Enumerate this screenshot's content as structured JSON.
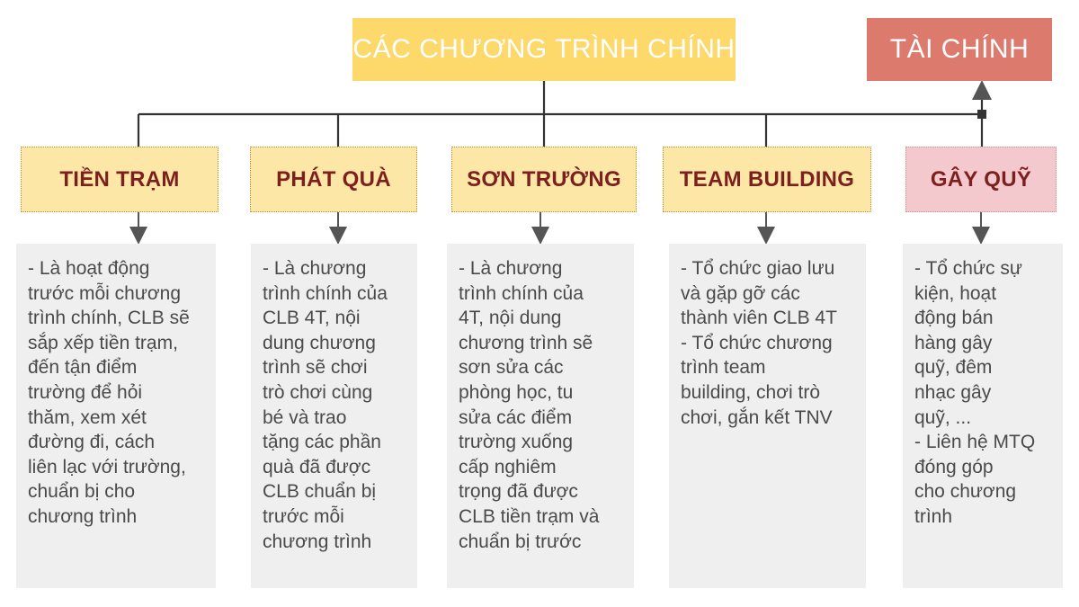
{
  "main_title": "CÁC CHƯƠNG TRÌNH CHÍNH",
  "finance_title": "TÀI CHÍNH",
  "programs": [
    {
      "title": "TIỀN TRẠM",
      "description": "- Là hoạt động\ntrước mỗi chương\ntrình chính, CLB sẽ\nsắp xếp tiền trạm,\nđến tận điểm\ntrường để hỏi\nthăm, xem xét\nđường đi, cách\nliên lạc với trường,\nchuẩn bị cho\nchương trình"
    },
    {
      "title": "PHÁT QUÀ",
      "description": "- Là chương\ntrình chính của\nCLB 4T, nội\ndung chương\ntrình sẽ chơi\ntrò chơi cùng\nbé và trao\ntặng các phần\nquà đã được\nCLB chuẩn bị\ntrước mỗi\nchương trình"
    },
    {
      "title": "SƠN TRƯỜNG",
      "description": "- Là chương\ntrình chính của\n4T, nội dung\nchương trình sẽ\nsơn sửa các\nphòng học, tu\nsửa các điểm\ntrường xuống\ncấp nghiêm\ntrọng đã được\nCLB tiền trạm và\nchuẩn bị trước"
    },
    {
      "title": "TEAM BUILDING",
      "description": "- Tổ chức giao lưu\nvà gặp gỡ các\nthành viên CLB 4T\n- Tổ chức chương\ntrình team\nbuilding, chơi trò\nchơi, gắn kết TNV"
    },
    {
      "title": "GÂY QUỸ",
      "description": "- Tổ chức sự\nkiện, hoạt\nđộng bán\nhàng gây\nquỹ, đêm\nnhạc gây\nquỹ, ...\n- Liên hệ MTQ\nđóng góp\ncho chương\ntrình"
    }
  ],
  "colors": {
    "main_box": "#fdd86b",
    "finance_box": "#dd7a6e",
    "program_box": "#fde7a6",
    "fundraising_box": "#f4c9cd",
    "program_text": "#7d1f1f",
    "description_bg": "#efefef",
    "connector": "#333333"
  }
}
